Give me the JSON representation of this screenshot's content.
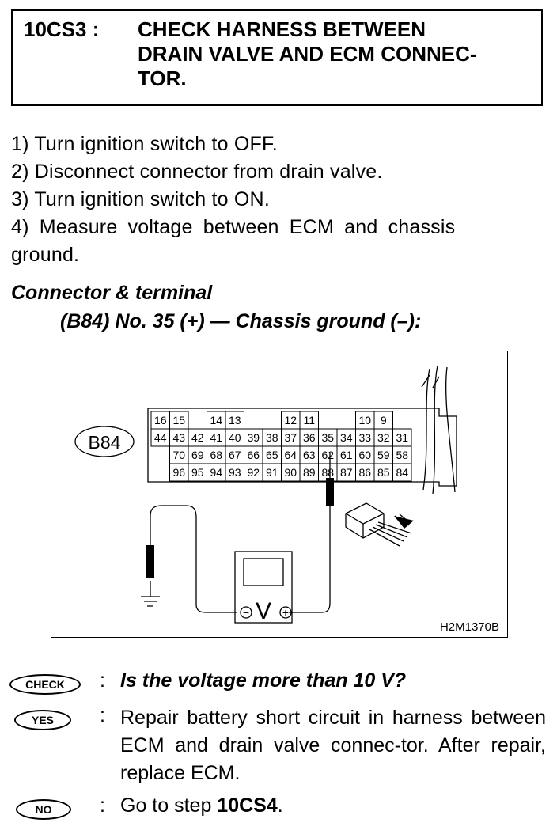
{
  "header": {
    "code": "10CS3 :",
    "title_lines": [
      "CHECK HARNESS BETWEEN",
      "DRAIN VALVE AND ECM CONNEC-",
      "TOR."
    ]
  },
  "steps": [
    "1)  Turn ignition switch to OFF.",
    "2)  Disconnect connector from drain valve.",
    "3)  Turn ignition switch to ON.",
    "4)  Measure voltage between ECM and chassis",
    "ground."
  ],
  "connector_title": "Connector & terminal",
  "connector_line": "(B84) No. 35 (+) — Chassis ground (–):",
  "figure": {
    "connector_label": "B84",
    "row1": [
      "16",
      "15",
      "",
      "14",
      "13",
      "",
      "",
      "12",
      "11",
      "",
      "",
      "10",
      "9"
    ],
    "row2": [
      "44",
      "43",
      "42",
      "41",
      "40",
      "39",
      "38",
      "37",
      "36",
      "35",
      "34",
      "33",
      "32",
      "31"
    ],
    "row3": [
      "",
      "70",
      "69",
      "68",
      "67",
      "66",
      "65",
      "64",
      "63",
      "62",
      "61",
      "60",
      "59",
      "58"
    ],
    "row4": [
      "",
      "96",
      "95",
      "94",
      "93",
      "92",
      "91",
      "90",
      "89",
      "88",
      "87",
      "86",
      "85",
      "84"
    ],
    "meter_symbol": "V",
    "minus_symbol": "−",
    "plus_symbol": "+",
    "figure_id": "H2M1370B"
  },
  "check": {
    "badge": "CHECK",
    "colon": ":",
    "question": "Is the voltage more than 10 V?"
  },
  "yes": {
    "badge": "YES",
    "colon": ":",
    "answer": "Repair battery short circuit in harness between ECM and drain valve connec-tor. After repair, replace ECM."
  },
  "no": {
    "badge": "NO",
    "colon": ":",
    "answer_prefix": "Go to step ",
    "answer_step": "10CS4",
    "answer_suffix": "."
  }
}
